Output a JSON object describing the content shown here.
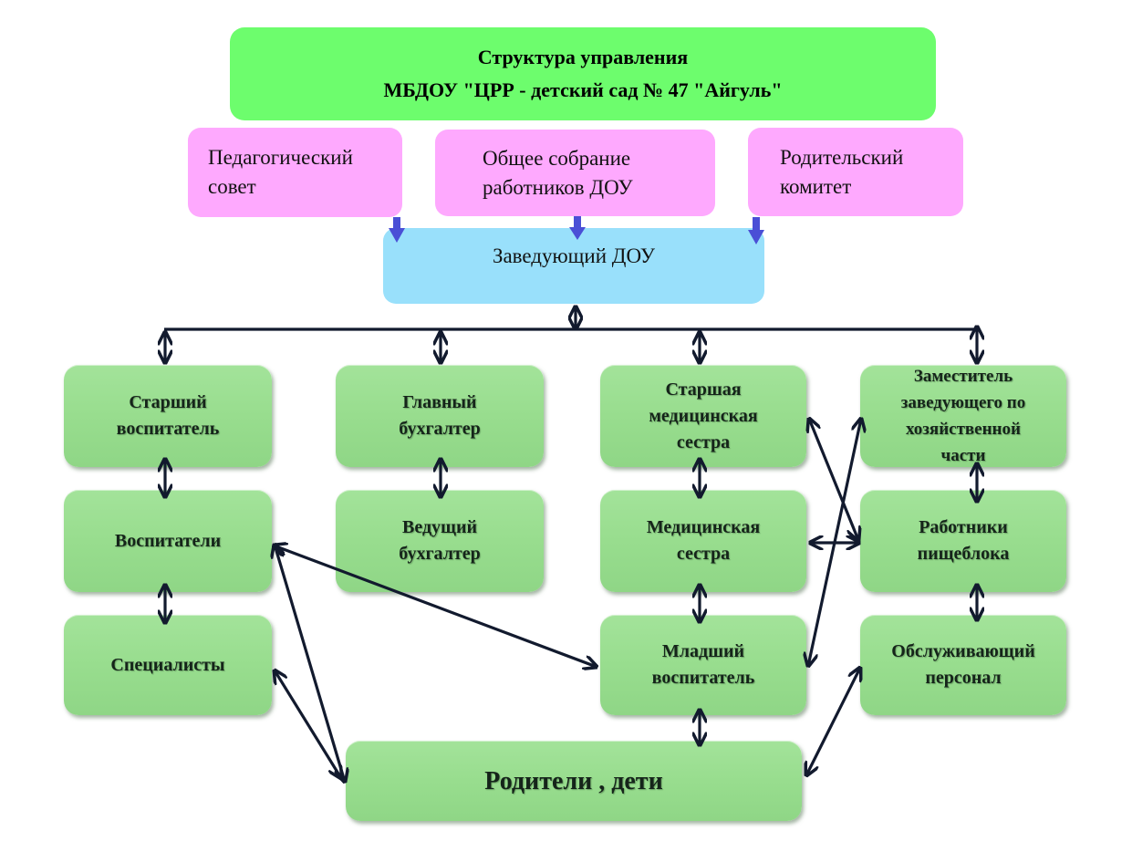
{
  "title": {
    "line1": "Структура управления",
    "line2": "МБДОУ \"ЦРР - детский сад № 47 \"Айгуль\""
  },
  "councils": [
    {
      "id": "ped-council",
      "line1": "Педагогический",
      "line2": "совет"
    },
    {
      "id": "general-meeting",
      "line1": "Общее собрание",
      "line2": "работников ДОУ"
    },
    {
      "id": "parent-committee",
      "line1": "Родительский",
      "line2": "комитет"
    }
  ],
  "head": {
    "label": "Заведующий ДОУ"
  },
  "staff": {
    "senior_educator": "Старший воспитатель",
    "chief_accountant": "Главный бухгалтер",
    "senior_nurse": "Старшая медицинская сестра",
    "deputy_head": "Заместитель заведующего по хозяйственной части",
    "educators": "Воспитатели",
    "lead_accountant": "Ведущий бухгалтер",
    "nurse": "Медицинская сестра",
    "kitchen_workers": "Работники пищеблока",
    "specialists": "Специалисты",
    "junior_educator": "Младший воспитатель",
    "service_staff": "Обслуживающий персонал",
    "parents_children": "Родители , дети"
  },
  "connections": [
    [
      "head",
      "senior_educator"
    ],
    [
      "head",
      "chief_accountant"
    ],
    [
      "head",
      "senior_nurse"
    ],
    [
      "head",
      "deputy_head"
    ],
    [
      "senior_educator",
      "educators"
    ],
    [
      "educators",
      "specialists"
    ],
    [
      "chief_accountant",
      "lead_accountant"
    ],
    [
      "senior_nurse",
      "nurse"
    ],
    [
      "nurse",
      "junior_educator"
    ],
    [
      "deputy_head",
      "kitchen_workers"
    ],
    [
      "kitchen_workers",
      "service_staff"
    ],
    [
      "educators",
      "junior_educator"
    ],
    [
      "educators",
      "parents_children"
    ],
    [
      "specialists",
      "parents_children"
    ],
    [
      "junior_educator",
      "parents_children"
    ],
    [
      "service_staff",
      "parents_children"
    ],
    [
      "senior_nurse",
      "kitchen_workers"
    ],
    [
      "nurse",
      "kitchen_workers"
    ],
    [
      "junior_educator",
      "deputy_head"
    ]
  ],
  "colors": {
    "title_bg": "#6dfd6d",
    "council_bg": "#fea9fe",
    "head_bg": "#99e0fb",
    "staff_bg": "#98dd8e",
    "council_arrow": "#4a4fd6",
    "link": "#121a2e"
  }
}
